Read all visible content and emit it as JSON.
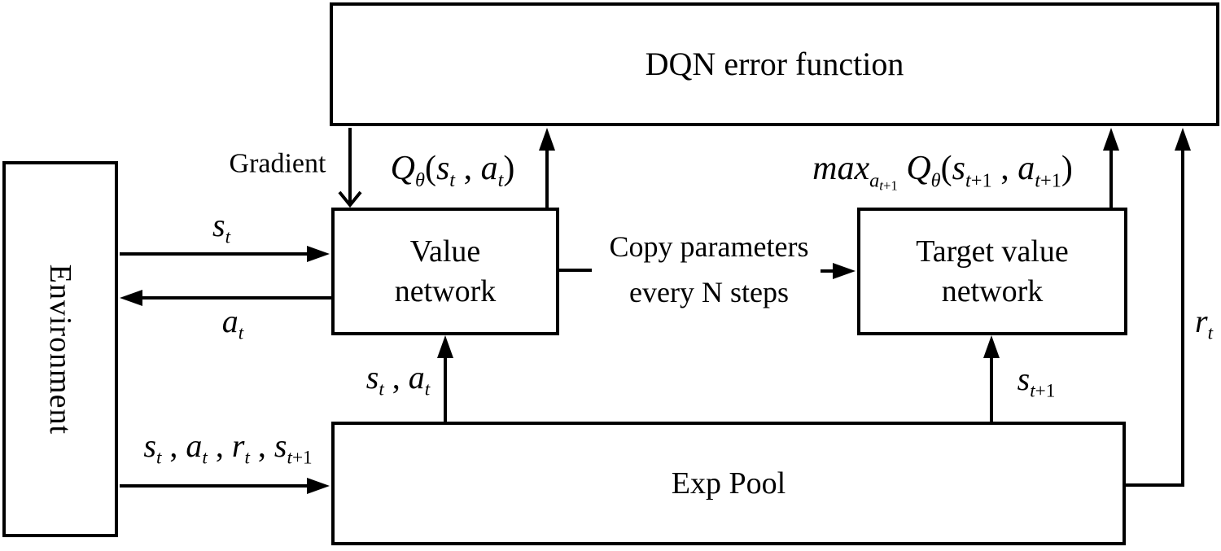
{
  "colors": {
    "stroke": "#000000",
    "background": "#ffffff"
  },
  "nodes": {
    "dqn_error": {
      "label": "DQN error function"
    },
    "environment": {
      "label": "Environment"
    },
    "value_network": {
      "line1": "Value",
      "line2": "network"
    },
    "target_network": {
      "line1": "Target value",
      "line2": "network"
    },
    "exp_pool": {
      "label": "Exp Pool"
    }
  },
  "edge_labels": {
    "gradient": "Gradient",
    "copy_line1": "Copy parameters",
    "copy_line2": "every N steps",
    "q_value": [
      {
        "t": "Q",
        "i": 1
      },
      {
        "t": "θ",
        "i": 1,
        "sub": 1
      },
      {
        "t": "(",
        "i": 0
      },
      {
        "t": "s",
        "i": 1
      },
      {
        "t": "t",
        "i": 1,
        "sub": 1
      },
      {
        "t": " , ",
        "i": 0
      },
      {
        "t": "a",
        "i": 1
      },
      {
        "t": "t",
        "i": 1,
        "sub": 1
      },
      {
        "t": ")",
        "i": 0
      }
    ],
    "max_q": [
      {
        "t": "max",
        "i": 1
      },
      {
        "t": "a",
        "i": 1,
        "sub": 1
      },
      {
        "t": "t",
        "i": 1,
        "sub": 2
      },
      {
        "t": "+1",
        "sub": 2
      },
      {
        "t": " ",
        "i": 0
      },
      {
        "t": "Q",
        "i": 1
      },
      {
        "t": "θ",
        "i": 1,
        "sub": 1
      },
      {
        "t": "(",
        "i": 0
      },
      {
        "t": "s",
        "i": 1
      },
      {
        "t": "t",
        "i": 1,
        "sub": 1
      },
      {
        "t": "+1",
        "sub": 1
      },
      {
        "t": " , ",
        "i": 0
      },
      {
        "t": "a",
        "i": 1
      },
      {
        "t": "t",
        "i": 1,
        "sub": 1
      },
      {
        "t": "+1",
        "sub": 1
      },
      {
        "t": ")",
        "i": 0
      }
    ],
    "s_t": [
      {
        "t": "s",
        "i": 1
      },
      {
        "t": "t",
        "i": 1,
        "sub": 1
      }
    ],
    "a_t": [
      {
        "t": "a",
        "i": 1
      },
      {
        "t": "t",
        "i": 1,
        "sub": 1
      }
    ],
    "r_t": [
      {
        "t": "r",
        "i": 1
      },
      {
        "t": "t",
        "i": 1,
        "sub": 1
      }
    ],
    "s_a": [
      {
        "t": "s",
        "i": 1
      },
      {
        "t": "t",
        "i": 1,
        "sub": 1
      },
      {
        "t": " , ",
        "i": 0
      },
      {
        "t": "a",
        "i": 1
      },
      {
        "t": "t",
        "i": 1,
        "sub": 1
      }
    ],
    "s_t1": [
      {
        "t": "s",
        "i": 1
      },
      {
        "t": "t",
        "i": 1,
        "sub": 1
      },
      {
        "t": "+1",
        "sub": 1
      }
    ],
    "transition": [
      {
        "t": "s",
        "i": 1
      },
      {
        "t": "t",
        "i": 1,
        "sub": 1
      },
      {
        "t": " , ",
        "i": 0
      },
      {
        "t": "a",
        "i": 1
      },
      {
        "t": "t",
        "i": 1,
        "sub": 1
      },
      {
        "t": " , ",
        "i": 0
      },
      {
        "t": "r",
        "i": 1
      },
      {
        "t": "t",
        "i": 1,
        "sub": 1
      },
      {
        "t": " , ",
        "i": 0
      },
      {
        "t": "s",
        "i": 1
      },
      {
        "t": "t",
        "i": 1,
        "sub": 1
      },
      {
        "t": "+1",
        "sub": 1
      }
    ]
  }
}
